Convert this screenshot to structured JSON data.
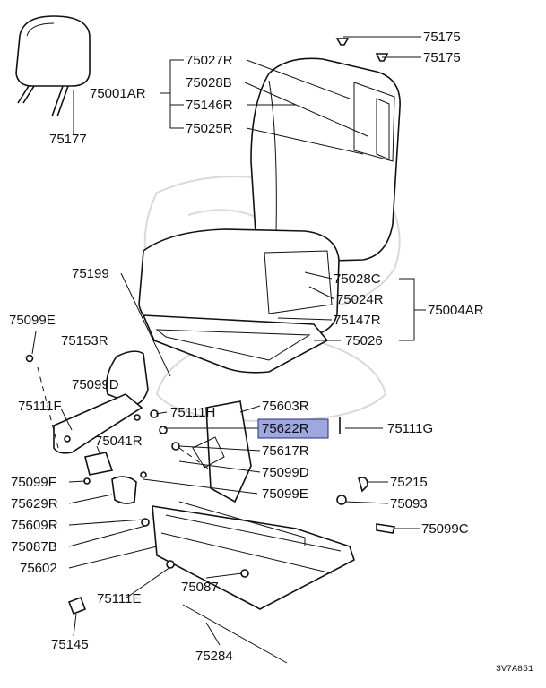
{
  "diagram_code": "3V7A851",
  "highlight_label": "75622R",
  "labels": {
    "p75175a": "75175",
    "p75175b": "75175",
    "p75027R": "75027R",
    "p75028B": "75028B",
    "p75146R": "75146R",
    "p75025R": "75025R",
    "p75001AR": "75001AR",
    "p75177": "75177",
    "p75199": "75199",
    "p75028C": "75028C",
    "p75024R": "75024R",
    "p75147R": "75147R",
    "p75004AR": "75004AR",
    "p75026": "75026",
    "p75099E_top": "75099E",
    "p75153R": "75153R",
    "p75099D_left": "75099D",
    "p75111F": "75111F",
    "p75111H": "75111H",
    "p75603R": "75603R",
    "p75622R": "75622R",
    "p75111G": "75111G",
    "p75041R": "75041R",
    "p75617R": "75617R",
    "p75099D_mid": "75099D",
    "p75099F": "75099F",
    "p75215": "75215",
    "p75099E_mid": "75099E",
    "p75629R": "75629R",
    "p75093": "75093",
    "p75609R": "75609R",
    "p75099C": "75099C",
    "p75087B": "75087B",
    "p75602": "75602",
    "p75111E": "75111E",
    "p75087": "75087",
    "p75145": "75145",
    "p75284": "75284"
  }
}
